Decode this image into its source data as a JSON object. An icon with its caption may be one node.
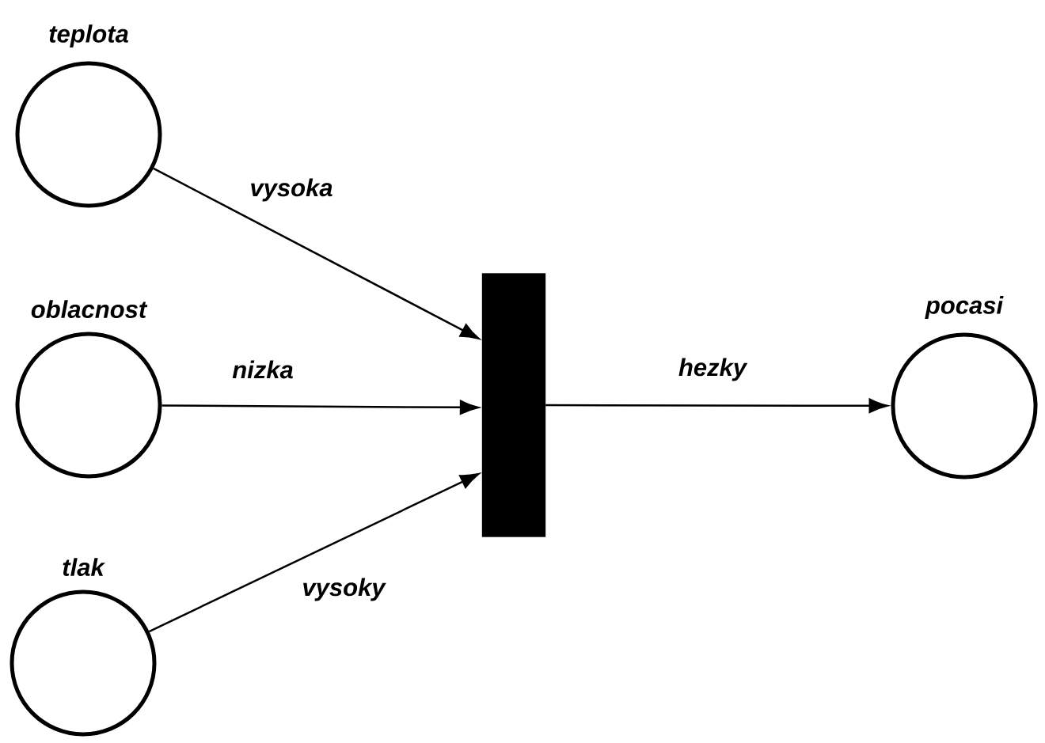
{
  "diagram": {
    "nodes": [
      {
        "text": [
          "teplota"
        ]
      },
      {
        "text": [
          "oblacnost"
        ]
      },
      {
        "text": [
          "tlak"
        ]
      },
      {
        "text": [],
        "shape": "bar"
      },
      {
        "text": [
          "pocasi"
        ]
      }
    ],
    "edges": [
      {
        "from": 0,
        "to": 3,
        "arrow": "to",
        "label": "vysoka"
      },
      {
        "from": 1,
        "to": 3,
        "arrow": "to",
        "label": "nizka"
      },
      {
        "from": 2,
        "to": 3,
        "arrow": "to",
        "label": "vysoky"
      },
      {
        "from": 3,
        "to": 4,
        "arrow": "to",
        "label": "hezky"
      }
    ]
  }
}
